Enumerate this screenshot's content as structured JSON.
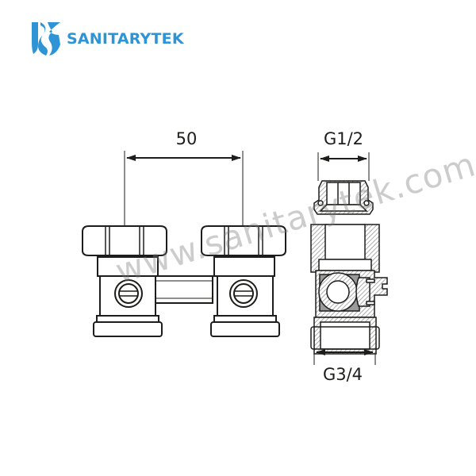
{
  "logo": {
    "brand": "SANITARYTEK",
    "icon": "sanitarytek-shield-s-icon",
    "color": "#2e94d6"
  },
  "dimensions": {
    "center_distance": "50",
    "top_thread": "G1/2",
    "bottom_thread": "G3/4"
  },
  "watermark": "www.sanitarytek.com",
  "colors": {
    "line": "#1d1d1b",
    "hatch": "#9a9a9a",
    "background": "#ffffff"
  }
}
